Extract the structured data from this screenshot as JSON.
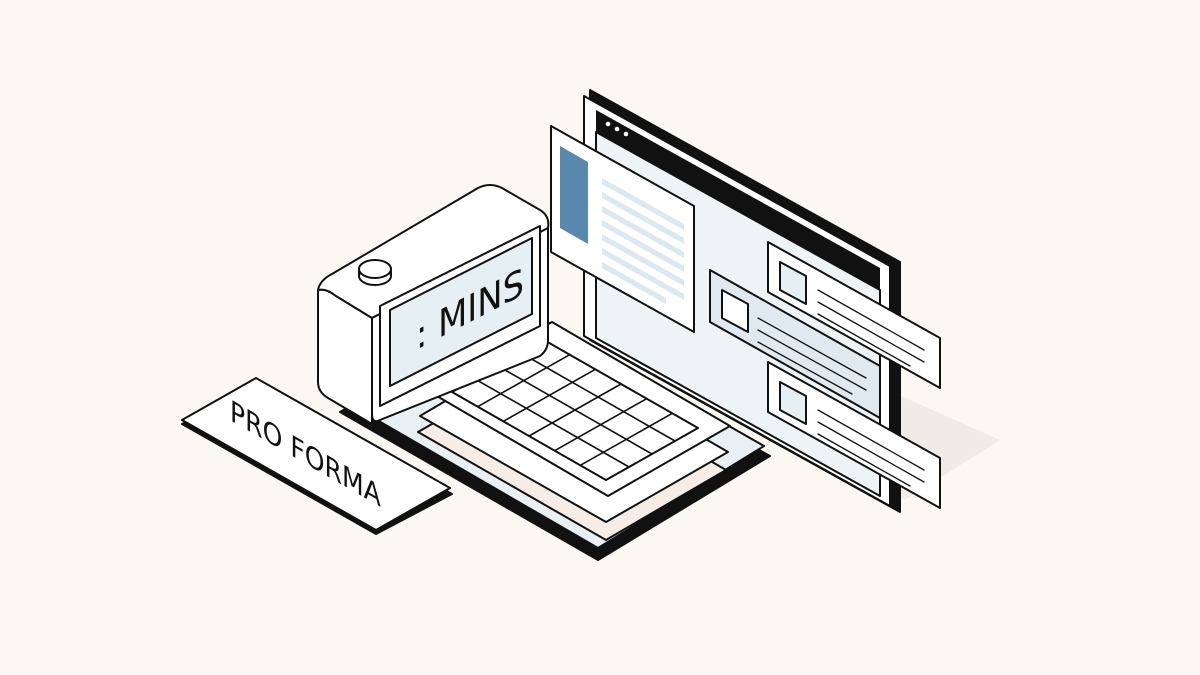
{
  "colors": {
    "background": "#fbf8f4",
    "ink": "#111111",
    "paper": "#ffffff",
    "accent_blue": "#5b88ad",
    "light_blue": "#e5eff4",
    "shadow": "#f0ebe7",
    "screen_blue": "#e6eff3",
    "sheet_cream": "#f5ede6"
  },
  "display": {
    "text": ": MINS"
  },
  "label": {
    "text": "PRO FORMA"
  },
  "icons": {
    "window_dots": "three-dot-window-controls",
    "image_placeholders": "square-image-placeholder"
  }
}
